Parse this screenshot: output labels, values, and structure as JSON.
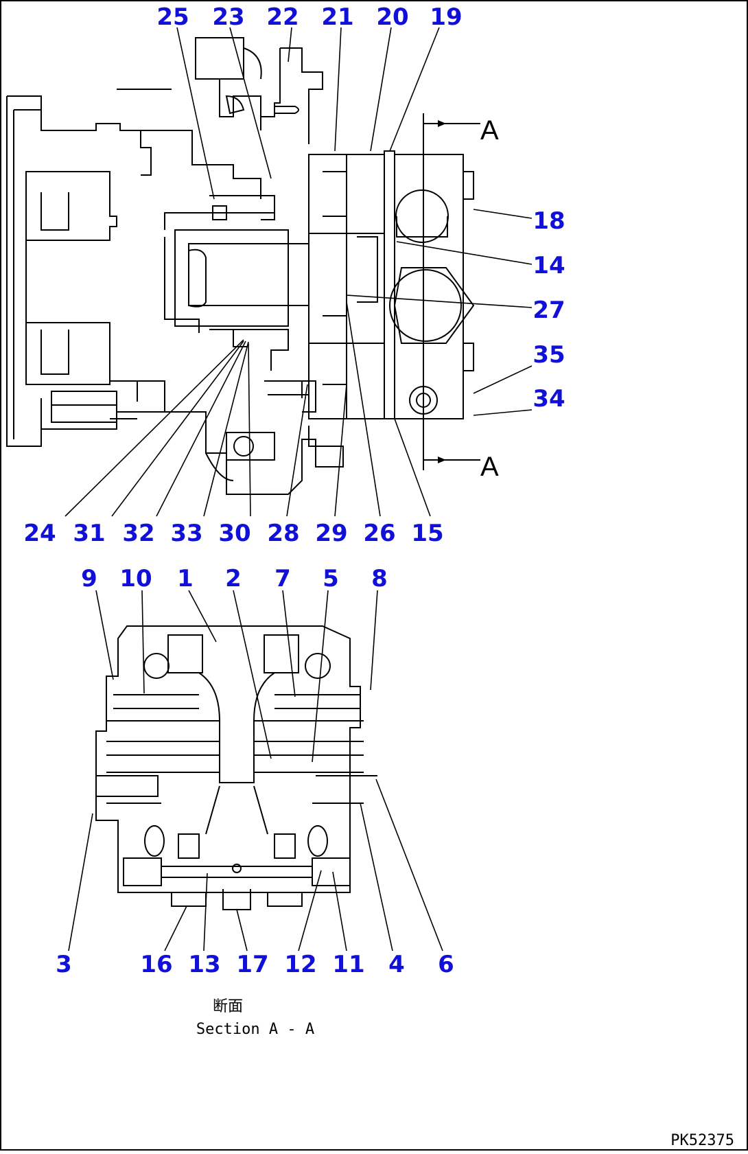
{
  "drawing": {
    "section_marker_top": "A",
    "section_marker_bottom": "A",
    "section_caption_jp": "断面",
    "section_caption_en": "Section A - A",
    "drawing_code": "PK52375",
    "callout_color": "#1010d8"
  },
  "callouts_top_upper": [
    "25",
    "23",
    "22",
    "21",
    "20",
    "19"
  ],
  "callouts_top_right": [
    "18",
    "14",
    "27",
    "35",
    "34"
  ],
  "callouts_top_bottom": [
    "24",
    "31",
    "32",
    "33",
    "30",
    "28",
    "29",
    "26",
    "15"
  ],
  "callouts_section_upper": [
    "9",
    "10",
    "1",
    "2",
    "7",
    "5",
    "8"
  ],
  "callouts_section_bottom": [
    "3",
    "16",
    "13",
    "17",
    "12",
    "11",
    "4",
    "6"
  ]
}
